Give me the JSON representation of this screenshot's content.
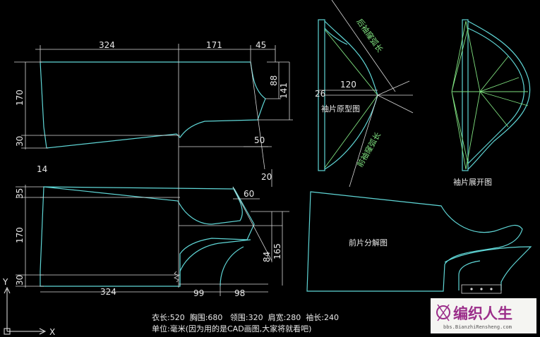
{
  "dimensions": {
    "top_324": "324",
    "top_171": "171",
    "top_45": "45",
    "left_170_upper": "170",
    "left_30_upper": "30",
    "left_14": "14",
    "right_88": "88",
    "right_141": "141",
    "mid_50": "50",
    "mid_20": "20",
    "mid_60": "60",
    "left_35": "35",
    "left_170_lower": "170",
    "left_30_lower": "30",
    "right_84": "84",
    "right_165": "165",
    "bottom_324": "324",
    "bottom_99": "99",
    "bottom_98": "98",
    "sleeve_26": "26",
    "sleeve_120": "120"
  },
  "labels": {
    "back_armhole": "后袖窿弧长",
    "front_armhole": "前袖窿弧长",
    "sleeve_prototype": "袖片原型图",
    "sleeve_expanded": "袖片展开图",
    "front_split": "前片分解图"
  },
  "notes": {
    "measurements": "衣长:520  胸围:680   领围:320  肩宽:280  袖长:240",
    "unit": "单位:毫米(因为用的是CAD画图,大家将就看吧)"
  },
  "axes": {
    "y": "Y",
    "x": "X"
  },
  "watermark": {
    "title": "编织人生",
    "url": "bbs.BianzhiRensheng.com"
  },
  "colors": {
    "background": "#000000",
    "pattern_line": "#5fd6d6",
    "dimension_line": "#d8d8d8",
    "construction_line": "#7fe07f",
    "text": "#e8e8e8"
  }
}
